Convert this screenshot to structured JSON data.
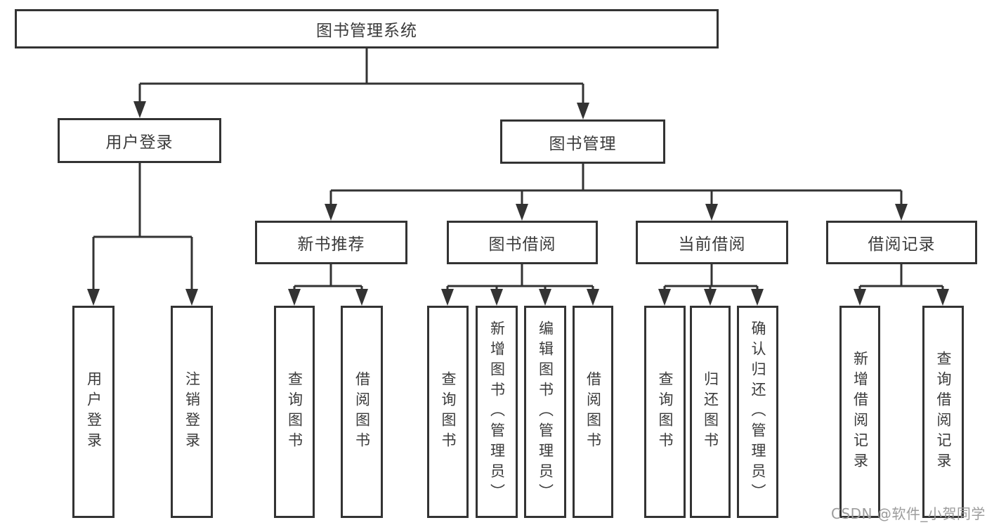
{
  "diagram": {
    "root": {
      "label": "图书管理系统"
    },
    "level2": [
      {
        "label": "用户登录"
      },
      {
        "label": "图书管理"
      }
    ],
    "level3": [
      {
        "label": "新书推荐"
      },
      {
        "label": "图书借阅"
      },
      {
        "label": "当前借阅"
      },
      {
        "label": "借阅记录"
      }
    ],
    "leaves": {
      "user_login": [
        {
          "label": "用户登录"
        },
        {
          "label": "注销登录"
        }
      ],
      "new_book_recommend": [
        {
          "label": "查询图书"
        },
        {
          "label": "借阅图书"
        }
      ],
      "book_borrowing": [
        {
          "label": "查询图书"
        },
        {
          "label": "新增图书（管理员）"
        },
        {
          "label": "编辑图书（管理员）"
        },
        {
          "label": "借阅图书"
        }
      ],
      "current_borrowing": [
        {
          "label": "查询图书"
        },
        {
          "label": "归还图书"
        },
        {
          "label": "确认归还（管理员）"
        }
      ],
      "borrowing_records": [
        {
          "label": "新增借阅记录"
        },
        {
          "label": "查询借阅记录"
        }
      ]
    }
  },
  "watermark": "CSDN @软件_小贺同学",
  "colors": {
    "line": "#333333",
    "text": "#3b3b3b",
    "watermark": "#9c9c9c",
    "background": "#ffffff"
  }
}
